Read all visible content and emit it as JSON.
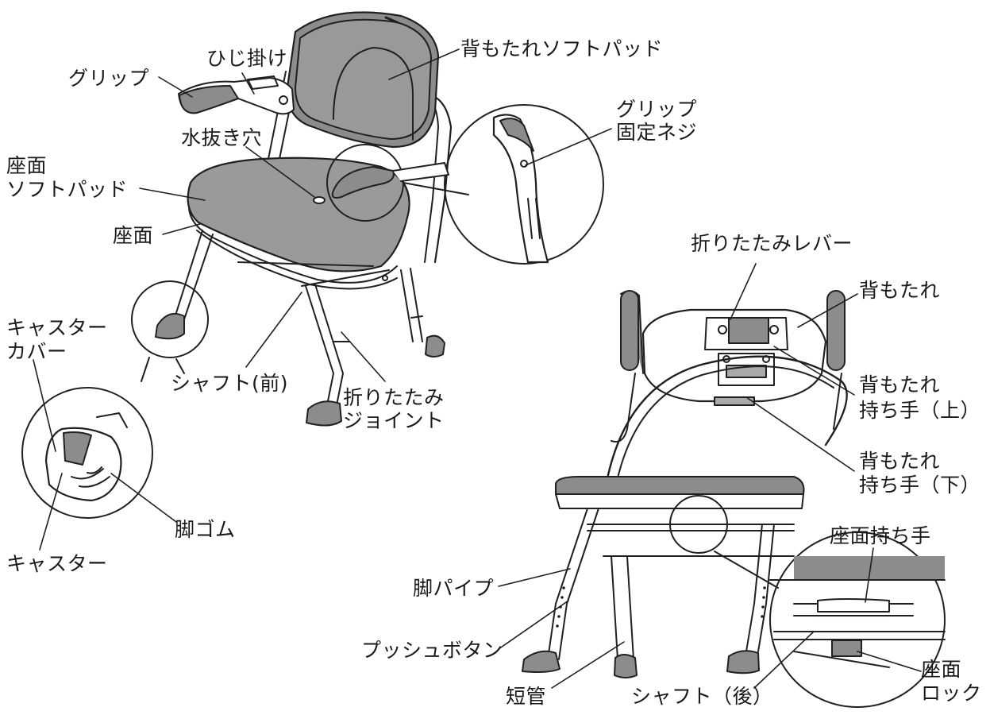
{
  "colors": {
    "line": "#231f20",
    "pad_fill": "#8c8c8c",
    "pad_fill_light": "#a9a9a9",
    "background": "#ffffff"
  },
  "labels": {
    "hijikake": "ひじ掛け",
    "grip_top": "グリップ",
    "backrest_soft_pad": "背もたれソフトパッド",
    "grip_fix_screw_1": "グリップ",
    "grip_fix_screw_2": "固定ネジ",
    "drain_hole": "水抜き穴",
    "seat_soft_pad_1": "座面",
    "seat_soft_pad_2": "ソフトパッド",
    "seat_front": "座面",
    "caster_cover_1": "キャスター",
    "caster_cover_2": "カバー",
    "shaft_front": "シャフト(前)",
    "folding_joint_1": "折りたたみ",
    "folding_joint_2": "ジョイント",
    "leg_rubber": "脚ゴム",
    "caster": "キャスター",
    "folding_lever": "折りたたみレバー",
    "backrest": "背もたれ",
    "back_handle_upper_1": "背もたれ",
    "back_handle_upper_2": "持ち手（上）",
    "back_handle_lower_1": "背もたれ",
    "back_handle_lower_2": "持ち手（下）",
    "seat_handle": "座面持ち手",
    "leg_pipe": "脚パイプ",
    "push_button": "プッシュボタン",
    "short_tube": "短管",
    "shaft_rear": "シャフト（後）",
    "seat_lock_1": "座面",
    "seat_lock_2": "ロック"
  }
}
